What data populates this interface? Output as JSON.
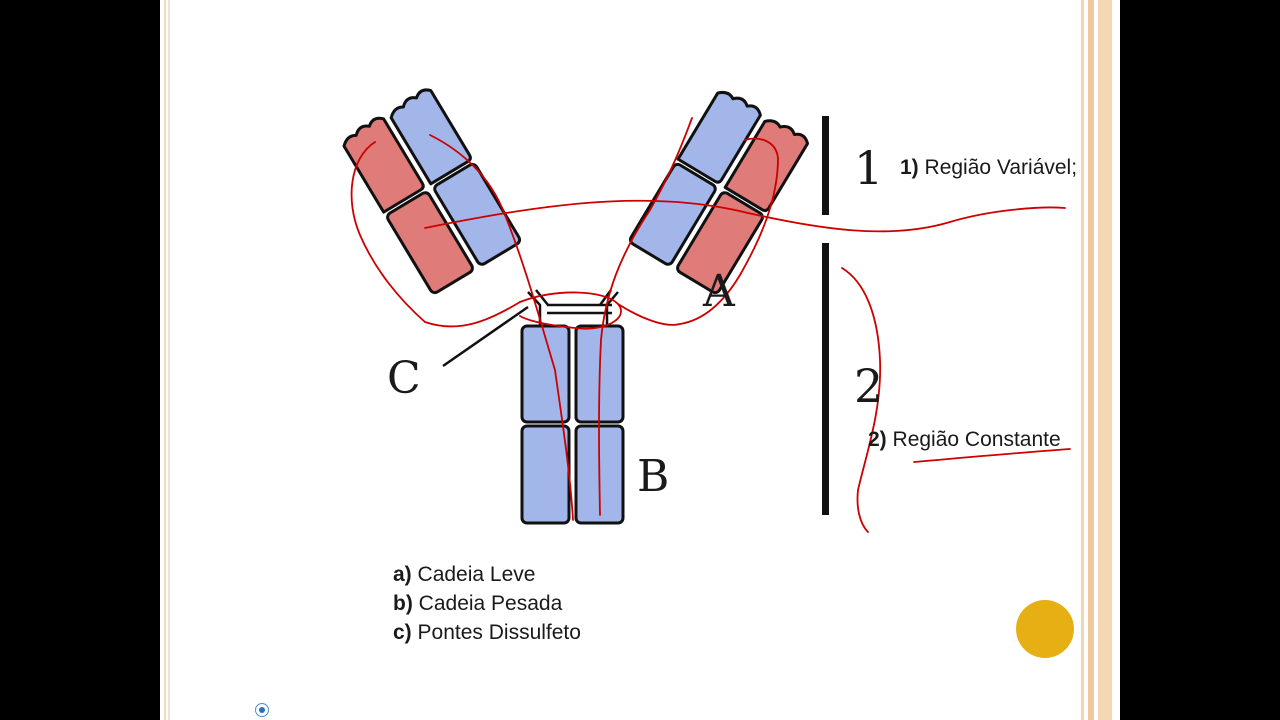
{
  "labels": {
    "A": "A",
    "B": "B",
    "C": "C",
    "n1": "1",
    "n2": "2"
  },
  "region1": {
    "num": "1)",
    "text": "Região Variável;"
  },
  "region2": {
    "num": "2)",
    "text": "Região Constante"
  },
  "legend": [
    {
      "key": "a)",
      "text": "Cadeia Leve"
    },
    {
      "key": "b)",
      "text": "Cadeia Pesada"
    },
    {
      "key": "c)",
      "text": "Pontes Dissulfeto"
    }
  ],
  "colors": {
    "light_chain": "#df7b78",
    "heavy_chain": "#a3b6ea",
    "annotation": "#cc0000",
    "accent_dot": "#e6af14"
  }
}
